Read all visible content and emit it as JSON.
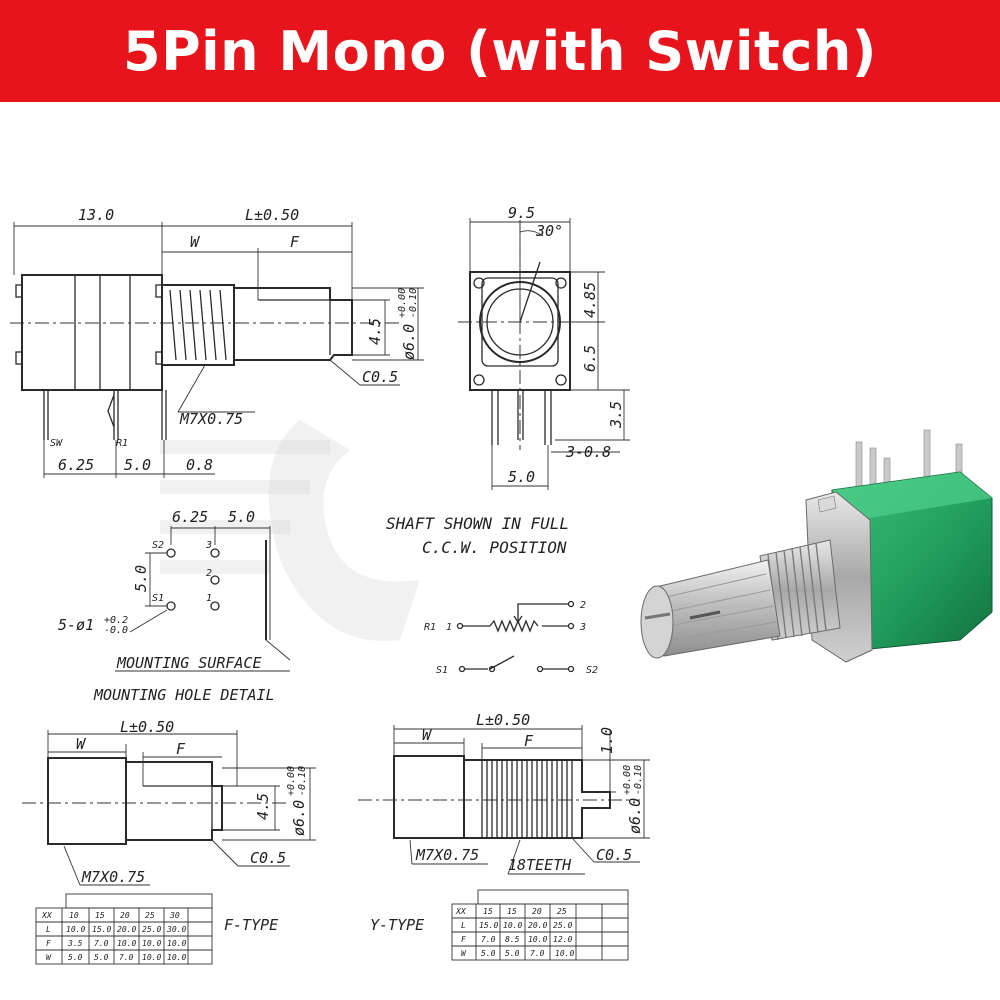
{
  "header": {
    "title": "5Pin Mono (with Switch)",
    "bg_color": "#e8141c",
    "text_color": "#ffffff"
  },
  "top_view": {
    "dim_body": "13.0",
    "dim_length": "L±0.50",
    "dim_w": "W",
    "dim_f": "F",
    "dim_flat": "4.5",
    "dim_dia": "ø6.0",
    "dia_tol_plus": "+0.00",
    "dia_tol_minus": "-0.10",
    "chamfer": "C0.5",
    "thread": "M7X0.75",
    "pin_sw": "SW",
    "pin_r1": "R1",
    "dim_625": "6.25",
    "dim_50": "5.0",
    "dim_08": "0.8"
  },
  "side_view": {
    "dim_width": "9.5",
    "angle": "30°",
    "dim_485": "4.85",
    "dim_65": "6.5",
    "dim_35": "3.5",
    "dim_308": "3-0.8",
    "dim_50": "5.0"
  },
  "shaft_note": {
    "line1": "SHAFT SHOWN IN FULL",
    "line2": "C.C.W. POSITION"
  },
  "schematic": {
    "r1": "R1",
    "n1": "1",
    "n2": "2",
    "n3": "3",
    "s1": "S1",
    "s2": "S2"
  },
  "hole_detail": {
    "dim_625": "6.25",
    "dim_50": "5.0",
    "dim_50v": "5.0",
    "s2": "S2",
    "s1": "S1",
    "p3": "3",
    "p2": "2",
    "p1": "1",
    "hole": "5-ø1",
    "hole_plus": "+0.2",
    "hole_minus": "-0.0",
    "mounting_surface": "MOUNTING SURFACE",
    "title": "MOUNTING HOLE DETAIL"
  },
  "f_type": {
    "dim_length": "L±0.50",
    "dim_w": "W",
    "dim_f": "F",
    "dim_flat": "4.5",
    "dim_dia": "ø6.0",
    "dia_tol_plus": "+0.00",
    "dia_tol_minus": "-0.10",
    "chamfer": "C0.5",
    "thread": "M7X0.75",
    "label": "F-TYPE",
    "table": [
      [
        "XX",
        "10",
        "15",
        "20",
        "25",
        "30"
      ],
      [
        "L",
        "10.0",
        "15.0",
        "20.0",
        "25.0",
        "30.0"
      ],
      [
        "F",
        "3.5",
        "7.0",
        "10.0",
        "10.0",
        "10.0"
      ],
      [
        "W",
        "5.0",
        "5.0",
        "7.0",
        "10.0",
        "10.0"
      ]
    ]
  },
  "y_type": {
    "dim_length": "L±0.50",
    "dim_w": "W",
    "dim_f": "F",
    "dim_10": "1.0",
    "dim_dia": "ø6.0",
    "dia_tol_plus": "+0.00",
    "dia_tol_minus": "-0.10",
    "chamfer": "C0.5",
    "thread": "M7X0.75",
    "teeth": "18TEETH",
    "label": "Y-TYPE",
    "table": [
      [
        "XX",
        "15",
        "15",
        "20",
        "25"
      ],
      [
        "L",
        "15.0",
        "10.0",
        "20.0",
        "25.0"
      ],
      [
        "F",
        "7.0",
        "8.5",
        "10.0",
        "12.0"
      ],
      [
        "W",
        "5.0",
        "5.0",
        "7.0",
        "10.0"
      ]
    ]
  },
  "photo": {
    "body_color": "#1f9a5a",
    "metal_color": "#b9b9b9"
  }
}
